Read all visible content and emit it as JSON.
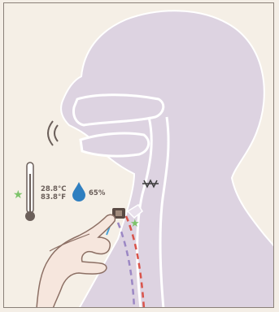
{
  "readings": {
    "temperature_c": "28.8°C",
    "temperature_f": "83.8°F",
    "humidity": "65%"
  },
  "colors": {
    "background": "#f5efe6",
    "head_fill": "#ddd3e1",
    "outline": "#ffffff",
    "skin": "#f6e6dd",
    "skin_outline": "#8c6f64",
    "airflow_red": "#d9534a",
    "airflow_purple": "#9b87c4",
    "airflow_blue": "#4aa3d8",
    "star_green": "#7dc36a",
    "water_drop": "#2f7fc0"
  },
  "icons": [
    "sound-waves-icon",
    "thermometer-icon",
    "star-icon",
    "water-drop-icon",
    "vibration-icon"
  ]
}
